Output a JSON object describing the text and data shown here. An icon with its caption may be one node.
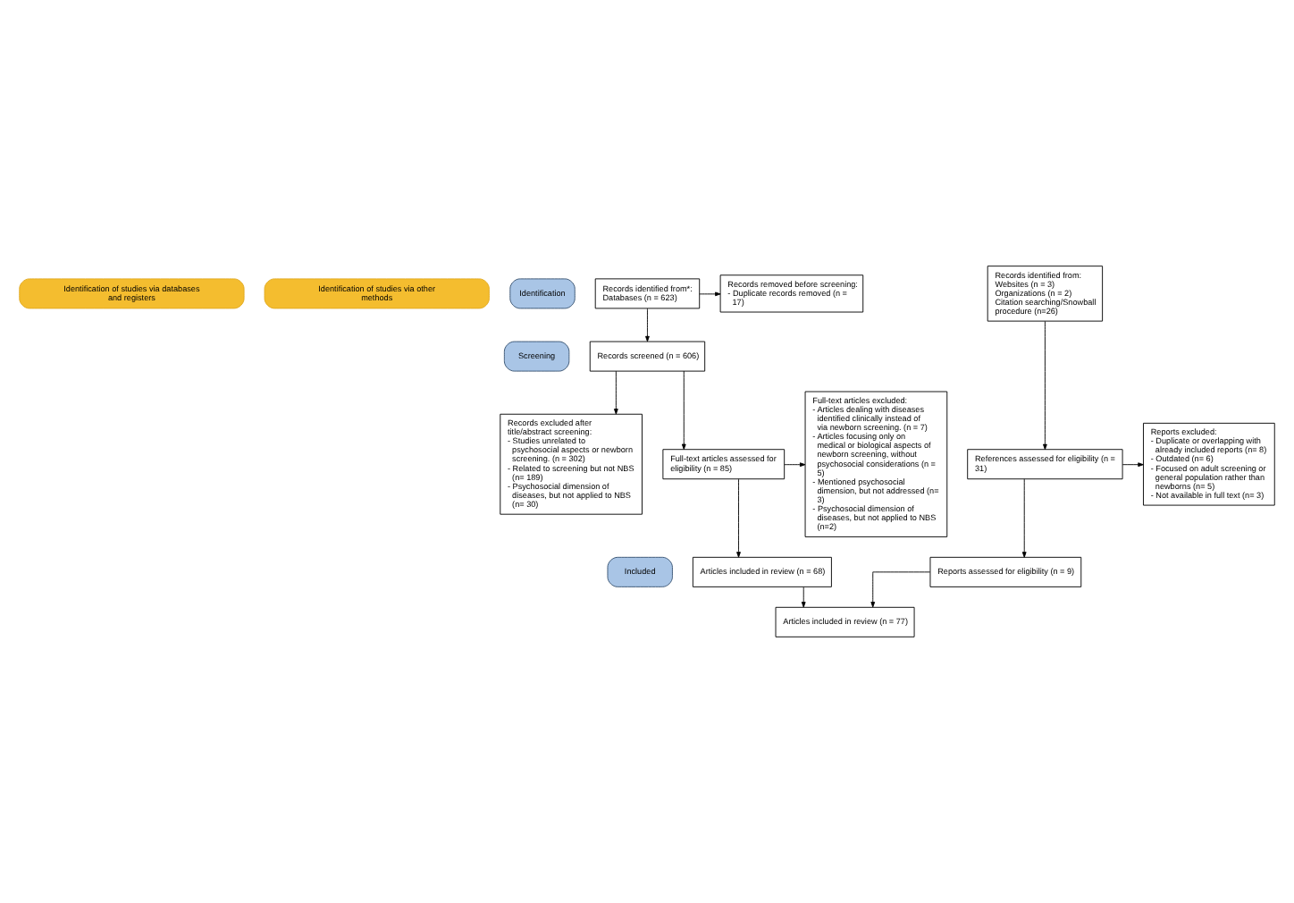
{
  "diagram": {
    "nodes": [
      {
        "text": [
          "Identification of studies via databases and registers"
        ]
      },
      {
        "text": [
          "Identification of studies via other methods"
        ]
      },
      {
        "text": [
          "Identification"
        ]
      },
      {
        "text": [
          "Screening"
        ]
      },
      {
        "text": [
          "Included"
        ]
      },
      {
        "text": [
          "Records identified from*:",
          "Databases (n = 623)"
        ]
      },
      {
        "text": [
          "Records removed before screening:",
          "- Duplicate records removed (n = 17)"
        ]
      },
      {
        "text": [
          "Records excluded after title/abstract screening:",
          "- Studies unrelated to psychosocial aspects or newborn screening. (n = 302)",
          "- Related to screening but not NBS (n= 189)",
          "- Psychosocial dimension of diseases, but not applied to NBS (n= 30)"
        ]
      },
      {
        "text": [
          "Records screened (n = 606)"
        ]
      },
      {
        "text": [
          "Full-text articles excluded:",
          "- Articles dealing with diseases identified clinically instead of via newborn screening. (n = 7)",
          "- Articles focusing only on medical or biological aspects of newborn screening, without psychosocial considerations (n = 5)",
          "- Mentioned psychosocial dimension, but not addressed (n= 3)",
          "- Psychosocial dimension of diseases, but not applied to NBS (n=2)"
        ]
      },
      {
        "text": [
          "Full-text articles assessed for eligibility (n = 85)"
        ]
      },
      {
        "text": [
          "Articles included in review (n = 68)"
        ]
      },
      {
        "text": [
          "Articles included in review (n = 77)"
        ]
      },
      {
        "text": [
          "Records identified from:",
          "Websites (n = 3)",
          "Organizations (n = 2)",
          "Citation searching/Snowball procedure (n=26)"
        ]
      },
      {
        "text": [
          "References assessed for eligibility (n = 31)"
        ]
      },
      {
        "text": [
          "Reports excluded:",
          "- Duplicate or overlapping with already included reports (n= 8)",
          "- Outdated (n= 6)",
          "- Focused on adult screening or general population rather than newborns (n= 5)",
          "- Not available in full text (n= 3)"
        ]
      },
      {
        "text": [
          "Reports assessed for eligibility (n = 9)"
        ]
      }
    ],
    "edges": [
      {
        "from": 5,
        "to": 6,
        "arrow": "to"
      },
      {
        "from": 5,
        "to": 8,
        "arrow": "to"
      },
      {
        "from": 8,
        "to": 7,
        "arrow": "to"
      },
      {
        "from": 8,
        "to": 10,
        "arrow": "to"
      },
      {
        "from": 10,
        "to": 9,
        "arrow": "to"
      },
      {
        "from": 10,
        "to": 11,
        "arrow": "to"
      },
      {
        "from": 11,
        "to": 12,
        "arrow": "to"
      },
      {
        "from": 13,
        "to": 14,
        "arrow": "to"
      },
      {
        "from": 14,
        "to": 15,
        "arrow": "to"
      },
      {
        "from": 14,
        "to": 16,
        "arrow": "to"
      },
      {
        "from": 16,
        "to": 12,
        "arrow": "to"
      }
    ]
  }
}
